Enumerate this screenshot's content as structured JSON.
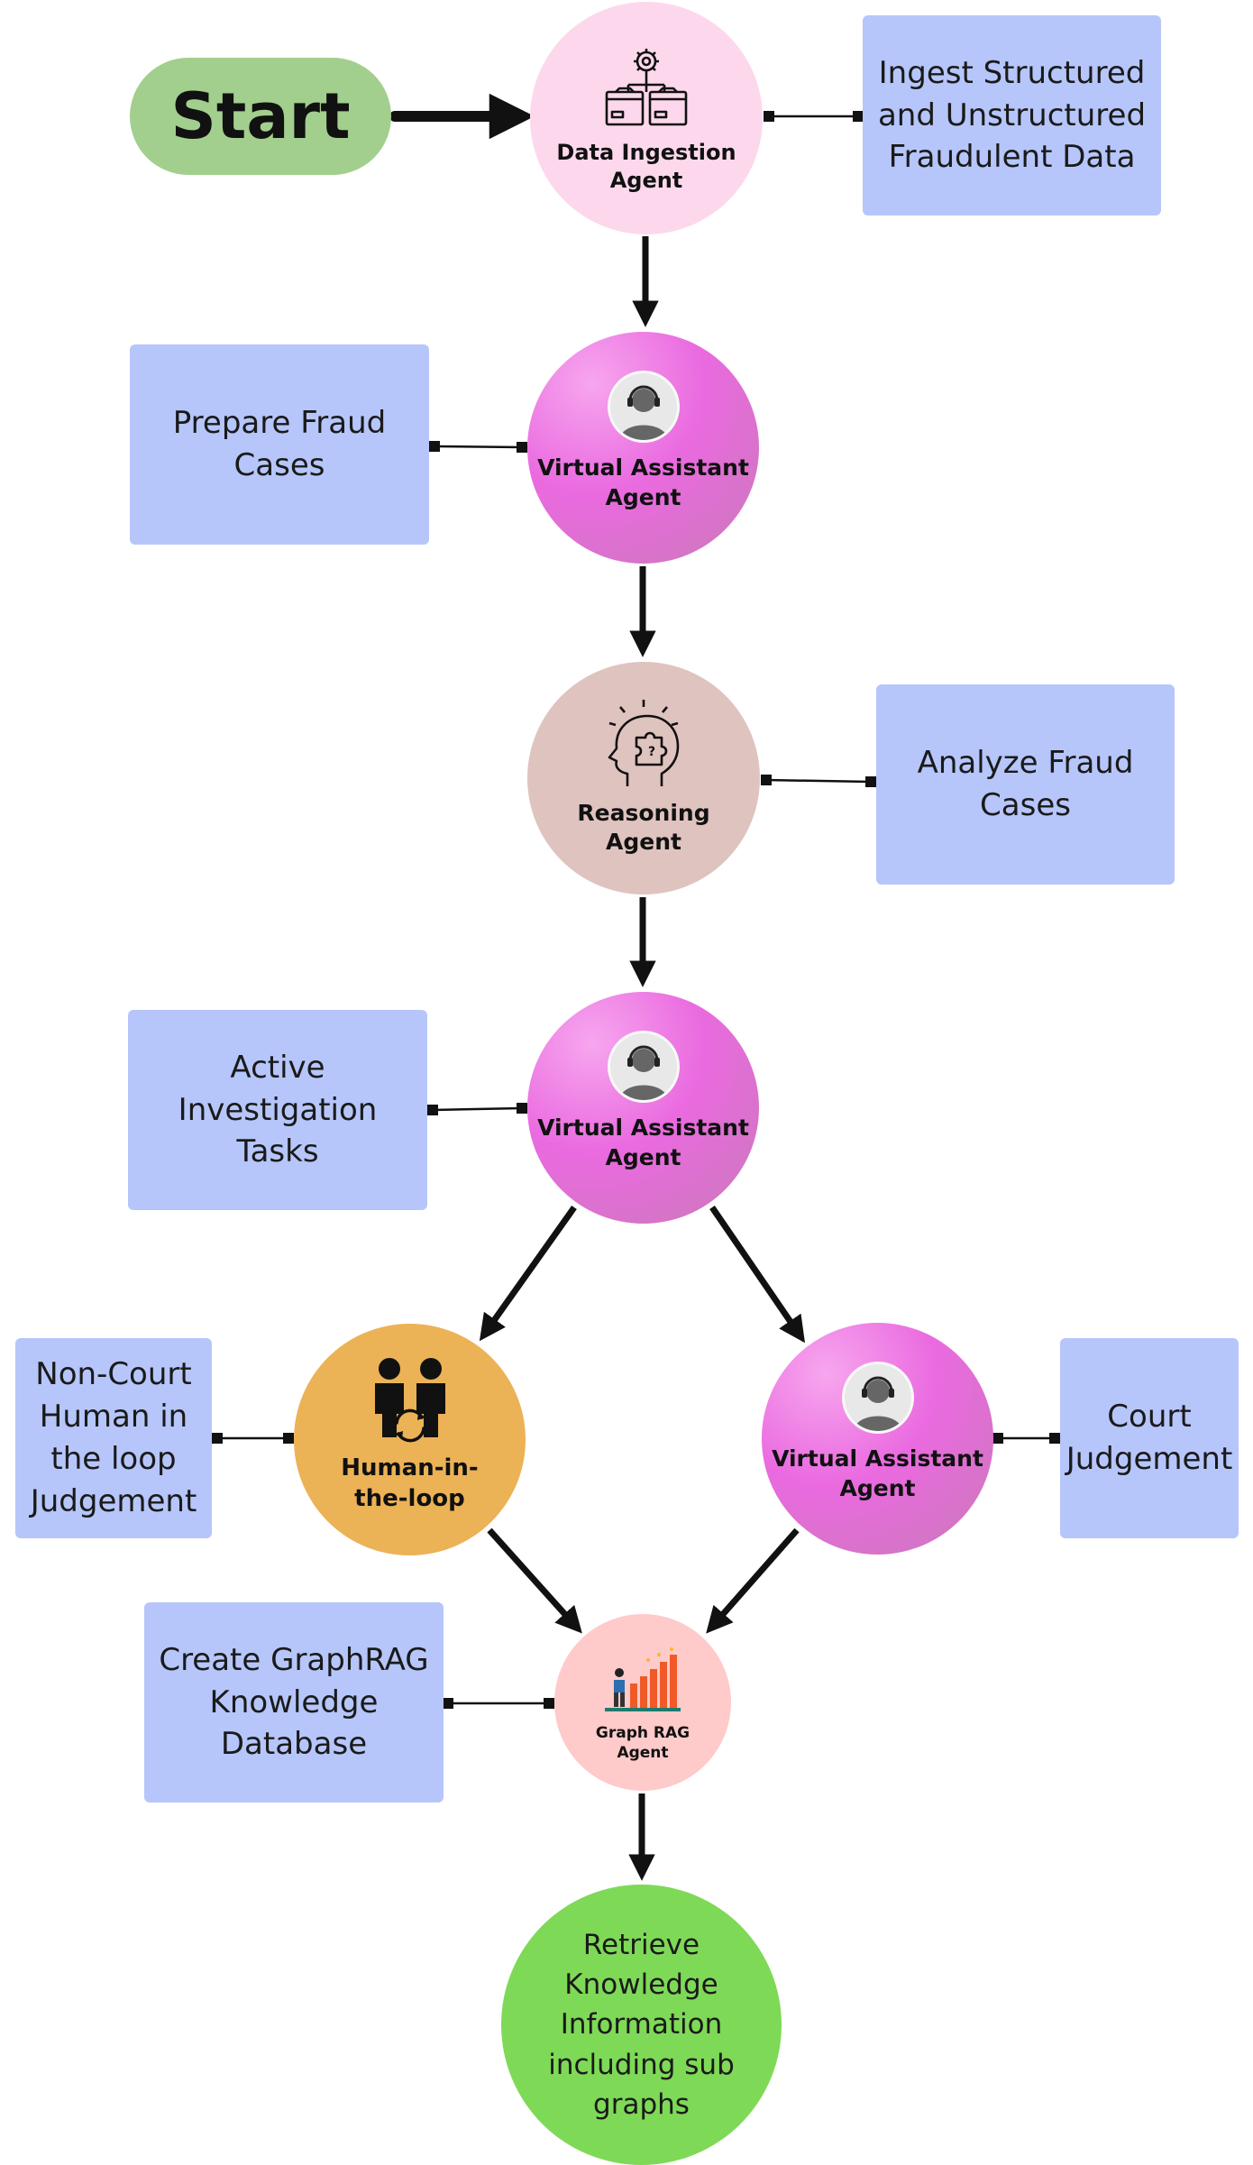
{
  "start": {
    "label": "Start"
  },
  "agents": {
    "data_ingestion": {
      "label_line1": "Data Ingestion",
      "label_line2": "Agent",
      "icon": "gear-network-icon"
    },
    "virtual_assistant_1": {
      "label_line1": "Virtual Assistant",
      "label_line2": "Agent",
      "icon": "support-agent-avatar-icon"
    },
    "reasoning": {
      "label_line1": "Reasoning",
      "label_line2": "Agent",
      "icon": "brain-puzzle-icon"
    },
    "virtual_assistant_2": {
      "label_line1": "Virtual Assistant",
      "label_line2": "Agent",
      "icon": "support-agent-avatar-icon"
    },
    "human_in_the_loop": {
      "label_line1": "Human-in-",
      "label_line2": "the-loop",
      "icon": "people-sync-icon"
    },
    "virtual_assistant_3": {
      "label_line1": "Virtual Assistant",
      "label_line2": "Agent",
      "icon": "support-agent-avatar-icon"
    },
    "graph_rag": {
      "label_line1": "Graph RAG",
      "label_line2": "Agent",
      "icon": "bar-chart-person-icon"
    }
  },
  "tasks": {
    "ingest": {
      "line1": "Ingest Structured",
      "line2": "and Unstructured",
      "line3": "Fraudulent Data"
    },
    "prepare": {
      "line1": "Prepare Fraud",
      "line2": "Cases"
    },
    "analyze": {
      "line1": "Analyze Fraud",
      "line2": "Cases"
    },
    "active": {
      "line1": "Active Investigation",
      "line2": "Tasks"
    },
    "non_court": {
      "line1": "Non-Court",
      "line2": "Human in",
      "line3": "the loop",
      "line4": "Judgement"
    },
    "court": {
      "line1": "Court",
      "line2": "Judgement"
    },
    "create_graph": {
      "line1": "Create GraphRAG",
      "line2": "Knowledge",
      "line3": "Database"
    }
  },
  "end": {
    "line1": "Retrieve",
    "line2": "Knowledge",
    "line3": "Information",
    "line4": "including sub",
    "line5": "graphs"
  },
  "colors": {
    "start": "#a3cf8e",
    "task_box": "#b6c6fb",
    "data_ingestion": "#fdd8ec",
    "virtual_assistant": "#e46ad8",
    "reasoning": "#dfc3bf",
    "human_in_the_loop": "#ecb256",
    "graph_rag": "#ffcaca",
    "end": "#7ed957",
    "arrow": "#111111"
  }
}
